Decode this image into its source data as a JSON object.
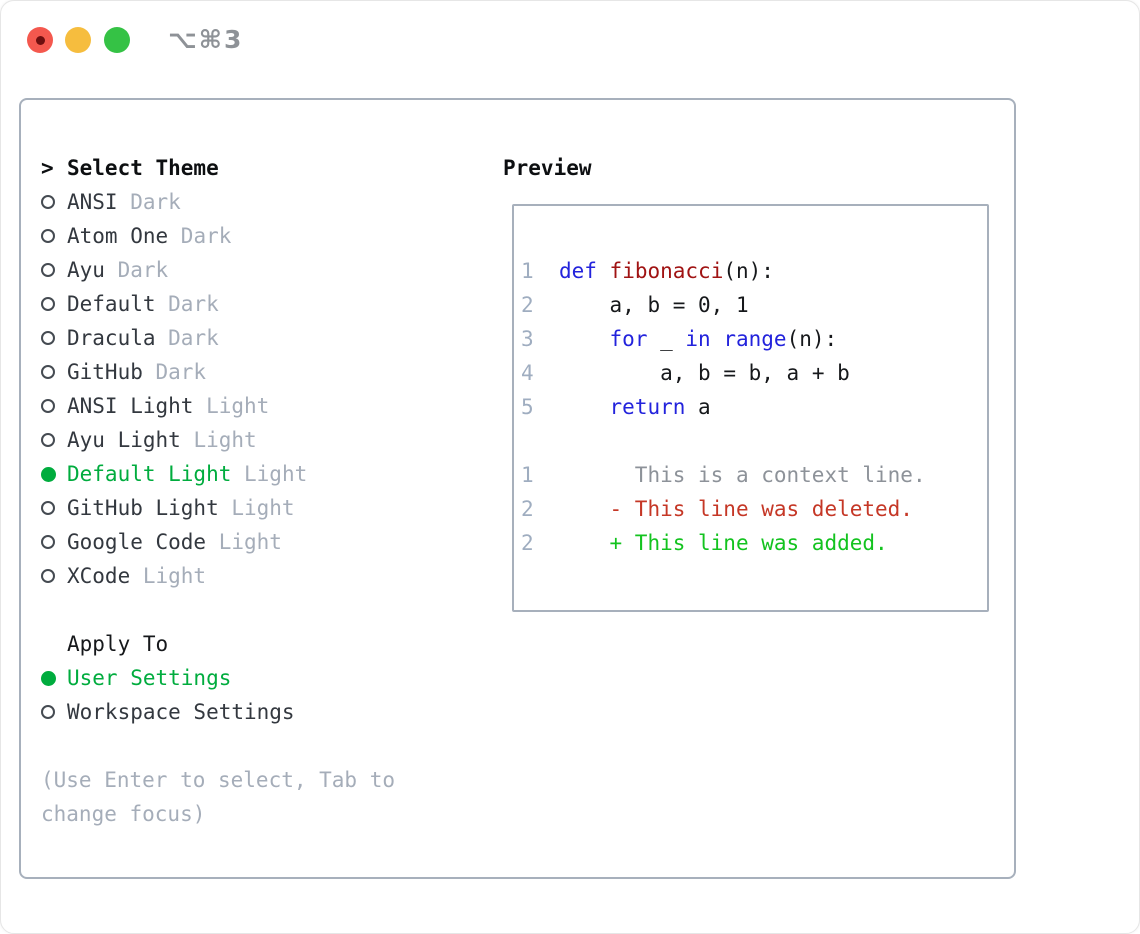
{
  "window": {
    "title": "⌥⌘3"
  },
  "theme_selector": {
    "header_prefix": ">",
    "header": "Select Theme",
    "themes": [
      {
        "name": "ANSI",
        "variant": "Dark",
        "selected": false
      },
      {
        "name": "Atom One",
        "variant": "Dark",
        "selected": false
      },
      {
        "name": "Ayu",
        "variant": "Dark",
        "selected": false
      },
      {
        "name": "Default",
        "variant": "Dark",
        "selected": false
      },
      {
        "name": "Dracula",
        "variant": "Dark",
        "selected": false
      },
      {
        "name": "GitHub",
        "variant": "Dark",
        "selected": false
      },
      {
        "name": "ANSI Light",
        "variant": "Light",
        "selected": false
      },
      {
        "name": "Ayu Light",
        "variant": "Light",
        "selected": false
      },
      {
        "name": "Default Light",
        "variant": "Light",
        "selected": true
      },
      {
        "name": "GitHub Light",
        "variant": "Light",
        "selected": false
      },
      {
        "name": "Google Code",
        "variant": "Light",
        "selected": false
      },
      {
        "name": "XCode",
        "variant": "Light",
        "selected": false
      }
    ],
    "apply_to": {
      "header": "Apply To",
      "options": [
        {
          "name": "User Settings",
          "selected": true
        },
        {
          "name": "Workspace Settings",
          "selected": false
        }
      ]
    },
    "hint": "(Use Enter to select, Tab to change focus)"
  },
  "preview": {
    "header": "Preview",
    "code_lines": [
      {
        "num": "1",
        "segments": [
          {
            "text": "def",
            "style": "keyword"
          },
          {
            "text": " ",
            "style": "plain"
          },
          {
            "text": "fibonacci",
            "style": "function"
          },
          {
            "text": "(n):",
            "style": "plain"
          }
        ]
      },
      {
        "num": "2",
        "segments": [
          {
            "text": "    a, b = 0, 1",
            "style": "plain"
          }
        ]
      },
      {
        "num": "3",
        "segments": [
          {
            "text": "    ",
            "style": "plain"
          },
          {
            "text": "for",
            "style": "keyword"
          },
          {
            "text": " _ ",
            "style": "plain"
          },
          {
            "text": "in",
            "style": "keyword"
          },
          {
            "text": " ",
            "style": "plain"
          },
          {
            "text": "range",
            "style": "keyword"
          },
          {
            "text": "(n):",
            "style": "plain"
          }
        ]
      },
      {
        "num": "4",
        "segments": [
          {
            "text": "        a, b = b, a + b",
            "style": "plain"
          }
        ]
      },
      {
        "num": "5",
        "segments": [
          {
            "text": "    ",
            "style": "plain"
          },
          {
            "text": "return",
            "style": "keyword"
          },
          {
            "text": " a",
            "style": "plain"
          }
        ]
      }
    ],
    "diff_lines": [
      {
        "num": "1",
        "marker": "",
        "text": "This is a context line.",
        "type": "context"
      },
      {
        "num": "2",
        "marker": "-",
        "text": "This line was deleted.",
        "type": "deleted"
      },
      {
        "num": "2",
        "marker": "+",
        "text": "This line was added.",
        "type": "added"
      }
    ]
  },
  "colors": {
    "accent_green": "#00ac3e",
    "added_green": "#13c31f",
    "deleted_red": "#c53726",
    "keyword_blue": "#2323dc",
    "function_red": "#a01313",
    "muted_gray": "#a5adb9",
    "context_gray": "#8d9299",
    "lineno_gray": "#9fadc0",
    "border_gray": "#a7b0bc",
    "text_dark": "#33383f",
    "traffic_red": "#f4584e",
    "traffic_yellow": "#f6bd3e",
    "traffic_green": "#35c245"
  }
}
